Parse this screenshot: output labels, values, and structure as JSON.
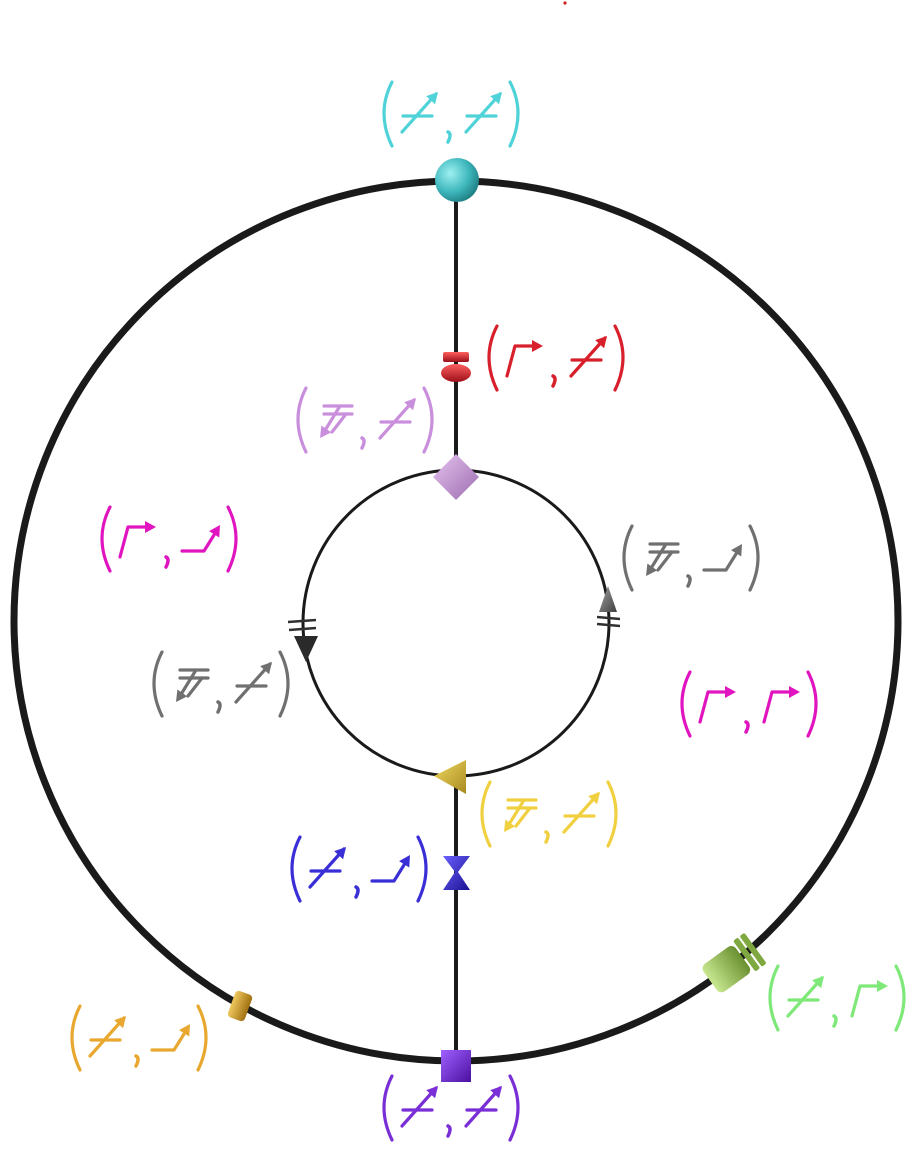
{
  "labels": [
    {
      "id": "top-node",
      "color": "#4fd2d8",
      "paren_color": "#4fd2d8",
      "left_glyph": "cross-arrow",
      "right_glyph": "cross-arrow"
    },
    {
      "id": "red-edge",
      "color": "#d8202c",
      "paren_color": "#d8202c",
      "left_glyph": "corner-arrow",
      "right_glyph": "cross-arrow"
    },
    {
      "id": "lilac-node",
      "color": "#c98fdc",
      "paren_color": "#c98fdc",
      "left_glyph": "barred-down-arrow",
      "right_glyph": "cross-arrow"
    },
    {
      "id": "upper-left-face",
      "color": "#e015c0",
      "paren_color": "#e015c0",
      "left_glyph": "corner-arrow",
      "right_glyph": "step-arrow"
    },
    {
      "id": "inner-right",
      "color": "#707070",
      "paren_color": "#707070",
      "left_glyph": "barred-down-arrow",
      "right_glyph": "step-arrow"
    },
    {
      "id": "inner-left",
      "color": "#707070",
      "paren_color": "#707070",
      "left_glyph": "barred-down-arrow",
      "right_glyph": "cross-arrow"
    },
    {
      "id": "right-face",
      "color": "#e015c0",
      "paren_color": "#e015c0",
      "left_glyph": "corner-arrow",
      "right_glyph": "corner-arrow"
    },
    {
      "id": "yellow-node",
      "color": "#f0d040",
      "paren_color": "#f0d040",
      "left_glyph": "barred-down-arrow",
      "right_glyph": "cross-arrow"
    },
    {
      "id": "blue-edge",
      "color": "#3a2fd6",
      "paren_color": "#3a2fd6",
      "left_glyph": "cross-arrow",
      "right_glyph": "step-arrow"
    },
    {
      "id": "green-edge",
      "color": "#7ee878",
      "paren_color": "#7ee878",
      "left_glyph": "cross-arrow",
      "right_glyph": "corner-arrow"
    },
    {
      "id": "orange-edge",
      "color": "#e8a830",
      "paren_color": "#e8a830",
      "left_glyph": "cross-arrow",
      "right_glyph": "step-arrow"
    },
    {
      "id": "bottom-node",
      "color": "#7a2fd6",
      "paren_color": "#7a2fd6",
      "left_glyph": "cross-arrow",
      "right_glyph": "cross-arrow"
    }
  ],
  "markers": {
    "top_node": {
      "shape": "sphere",
      "color": "#3fb8bd"
    },
    "red_edge": {
      "shape": "capsule-with-bar",
      "color": "#d0202c"
    },
    "lilac_node": {
      "shape": "diamond",
      "color": "#b586c4"
    },
    "inner_right_edge": {
      "shape": "triangle-up-with-bars",
      "color": "#707070"
    },
    "inner_left_edge": {
      "shape": "triangle-down-with-bars",
      "color": "#303030"
    },
    "yellow_node": {
      "shape": "triangle-left",
      "color": "#c9b030"
    },
    "blue_edge": {
      "shape": "bowtie",
      "color": "#3a2fd6"
    },
    "green_edge": {
      "shape": "cylinder-with-rings",
      "color": "#9cc060"
    },
    "orange_edge": {
      "shape": "small-cylinder",
      "color": "#d0a030"
    },
    "bottom_node": {
      "shape": "square",
      "color": "#7a2fd6"
    },
    "top_red_dot": {
      "shape": "dot",
      "color": "#d02020"
    }
  },
  "structure": {
    "outer_ring": {
      "color": "#1a1a1a"
    },
    "inner_ring": {
      "color": "#1a1a1a"
    },
    "vertical_spokes": {
      "color": "#1a1a1a"
    }
  }
}
